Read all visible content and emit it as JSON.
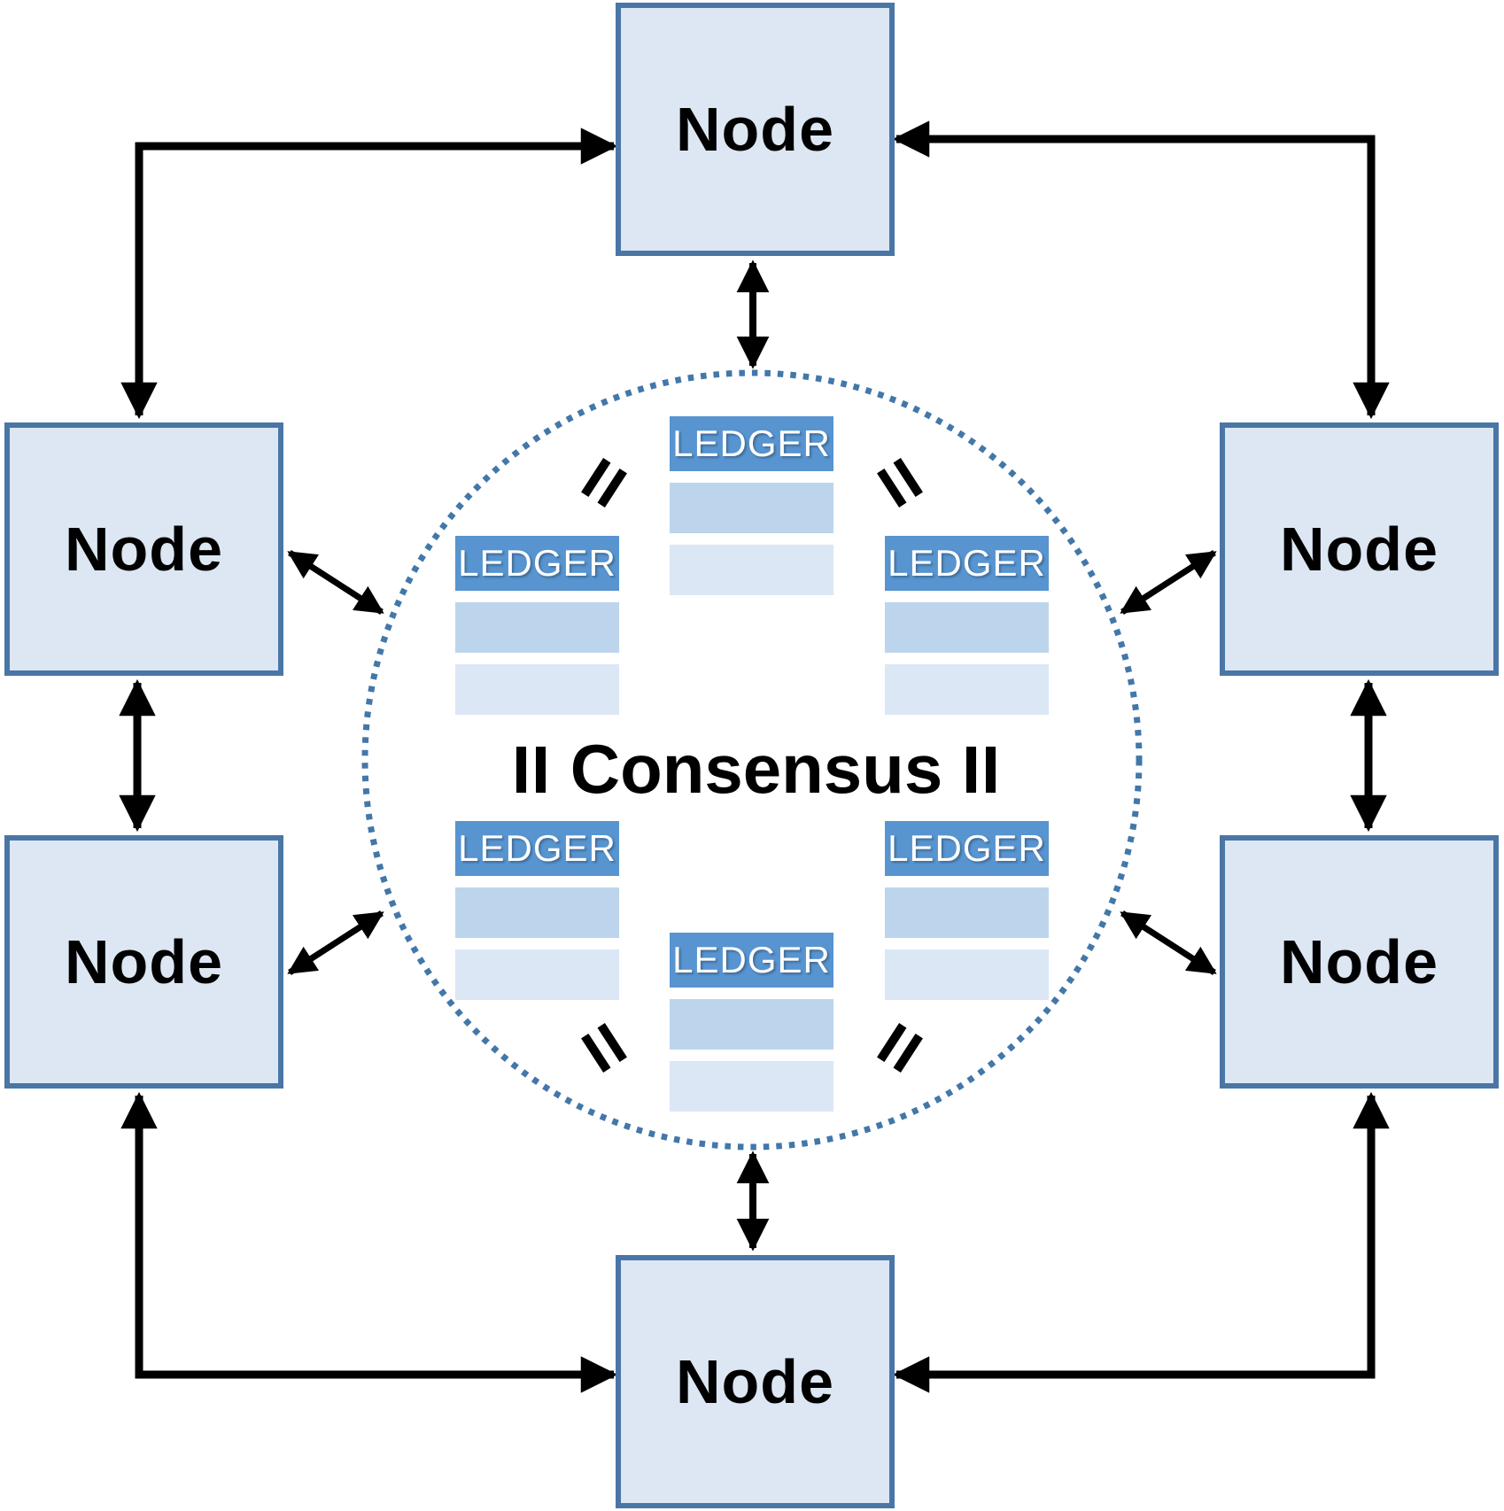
{
  "diagram": {
    "type": "peer-to-peer blockchain consensus network",
    "consensus": {
      "label": "Consensus"
    },
    "nodes": [
      {
        "position": "top",
        "label": "Node"
      },
      {
        "position": "upper-left",
        "label": "Node"
      },
      {
        "position": "upper-right",
        "label": "Node"
      },
      {
        "position": "lower-left",
        "label": "Node"
      },
      {
        "position": "lower-right",
        "label": "Node"
      },
      {
        "position": "bottom",
        "label": "Node"
      }
    ],
    "ledgers": [
      {
        "position": "top-center",
        "label": "LEDGER"
      },
      {
        "position": "upper-left",
        "label": "LEDGER"
      },
      {
        "position": "upper-right",
        "label": "LEDGER"
      },
      {
        "position": "lower-left",
        "label": "LEDGER"
      },
      {
        "position": "lower-right",
        "label": "LEDGER"
      },
      {
        "position": "bottom-center",
        "label": "LEDGER"
      }
    ],
    "equality_symbol": "=",
    "connections": [
      "top-node <-> upper-left-node",
      "top-node <-> upper-right-node",
      "upper-left-node <-> lower-left-node",
      "upper-right-node <-> lower-right-node",
      "lower-left-node <-> bottom-node",
      "lower-right-node <-> bottom-node",
      "each node <-> consensus circle"
    ],
    "colors": {
      "accent-border": "#4a76a6",
      "node-fill": "#dce7f3",
      "ledger-header": "#5794d0",
      "ledger-row-medium": "#bcd5ec",
      "ledger-row-light": "#dbe7f5",
      "circle-dot": "#4377a9",
      "arrow": "#000000",
      "text": "#000000",
      "ledger-text": "#ffffff"
    }
  }
}
